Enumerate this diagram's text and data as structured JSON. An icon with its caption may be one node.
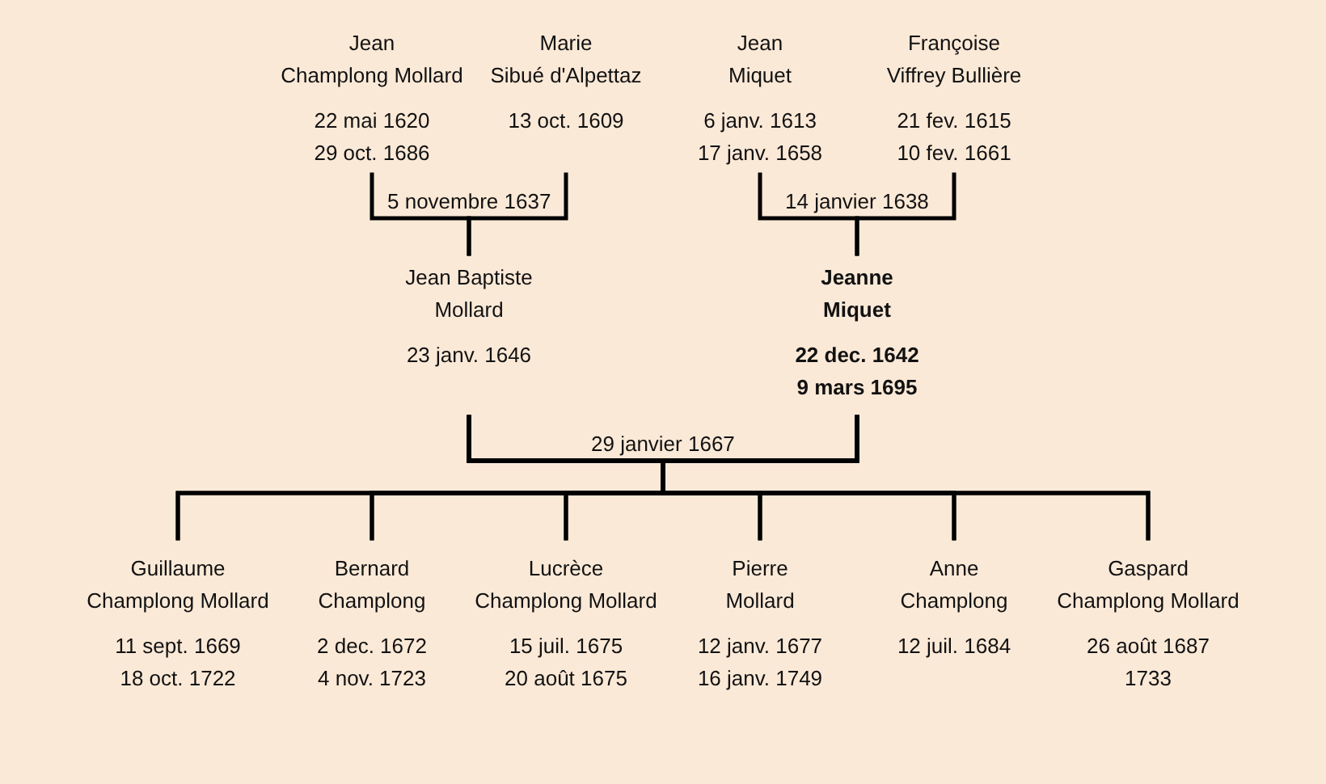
{
  "diagram": {
    "nodes": [
      {
        "text": [
          "Jean",
          "Champlong Mollard",
          "22 mai 1620",
          "29 oct. 1686"
        ]
      },
      {
        "text": [
          "Marie",
          "Sibué d'Alpettaz",
          "13 oct. 1609"
        ]
      },
      {
        "text": [
          "Jean",
          "Miquet",
          "6 janv. 1613",
          "17 janv. 1658"
        ]
      },
      {
        "text": [
          "Françoise",
          "Viffrey Bullière",
          "21 fev. 1615",
          "10 fev. 1661"
        ]
      },
      {
        "text": [
          "Jean Baptiste",
          "Mollard",
          "23 janv. 1646"
        ]
      },
      {
        "text": [
          "Jeanne",
          "Miquet",
          "22 dec. 1642",
          "9 mars 1695"
        ]
      },
      {
        "text": [
          "Guillaume",
          "Champlong Mollard",
          "11 sept. 1669",
          "18 oct. 1722"
        ]
      },
      {
        "text": [
          "Bernard",
          "Champlong",
          "2 dec. 1672",
          "4 nov. 1723"
        ]
      },
      {
        "text": [
          "Lucrèce",
          "Champlong Mollard",
          "15 juil. 1675",
          "20 août 1675"
        ]
      },
      {
        "text": [
          "Pierre",
          "Mollard",
          "12 janv. 1677",
          "16 janv. 1749"
        ]
      },
      {
        "text": [
          "Anne",
          "Champlong",
          "12 juil. 1684"
        ]
      },
      {
        "text": [
          "Gaspard",
          "Champlong Mollard",
          "26 août 1687",
          "1733"
        ]
      }
    ],
    "edges": [
      {
        "from": 0,
        "to": 4,
        "arrow": "none",
        "label": "5 novembre 1637"
      },
      {
        "from": 1,
        "to": 4,
        "arrow": "none"
      },
      {
        "from": 2,
        "to": 5,
        "arrow": "none",
        "label": "14 janvier 1638"
      },
      {
        "from": 3,
        "to": 5,
        "arrow": "none"
      },
      {
        "from": 4,
        "to": 6,
        "arrow": "none",
        "label": "29 janvier 1667"
      },
      {
        "from": 4,
        "to": 7,
        "arrow": "none"
      },
      {
        "from": 4,
        "to": 8,
        "arrow": "none"
      },
      {
        "from": 4,
        "to": 9,
        "arrow": "none"
      },
      {
        "from": 4,
        "to": 10,
        "arrow": "none"
      },
      {
        "from": 4,
        "to": 11,
        "arrow": "none"
      },
      {
        "from": 5,
        "to": 6,
        "arrow": "none"
      },
      {
        "from": 5,
        "to": 7,
        "arrow": "none"
      },
      {
        "from": 5,
        "to": 8,
        "arrow": "none"
      },
      {
        "from": 5,
        "to": 9,
        "arrow": "none"
      },
      {
        "from": 5,
        "to": 10,
        "arrow": "none"
      },
      {
        "from": 5,
        "to": 11,
        "arrow": "none"
      }
    ]
  }
}
